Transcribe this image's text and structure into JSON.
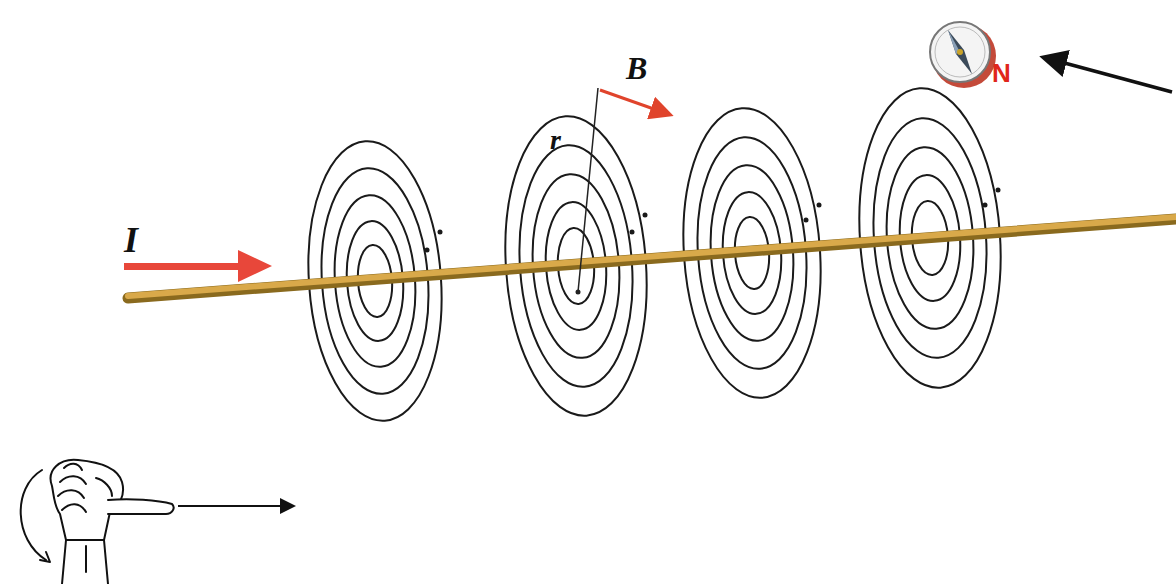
{
  "diagram": {
    "labels": [
      "I",
      "B",
      "r",
      "N"
    ]
  }
}
